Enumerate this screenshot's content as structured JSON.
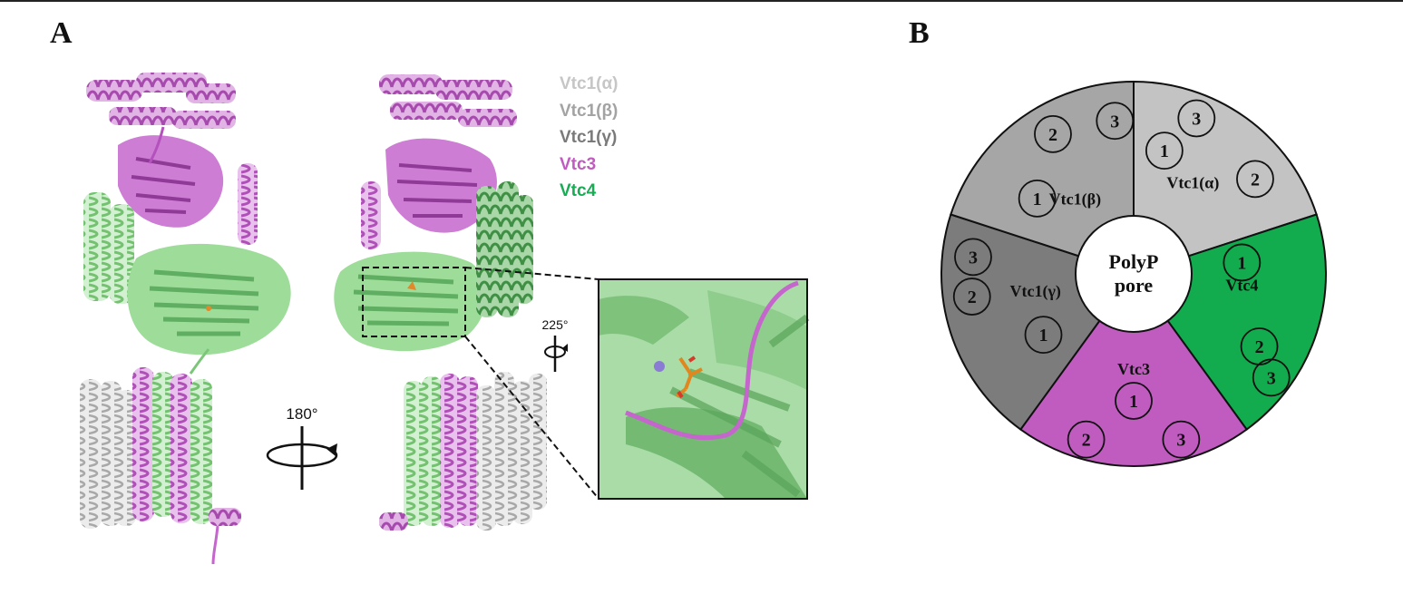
{
  "figure": {
    "panel_a_label": "A",
    "panel_b_label": "B"
  },
  "legend": [
    {
      "label": "Vtc1(α)",
      "color": "#c6c6c6"
    },
    {
      "label": "Vtc1(β)",
      "color": "#a3a3a3"
    },
    {
      "label": "Vtc1(γ)",
      "color": "#7a7a7a"
    },
    {
      "label": "Vtc3",
      "color": "#c05cc0"
    },
    {
      "label": "Vtc4",
      "color": "#1aab55"
    }
  ],
  "rotation": {
    "horizontal": "180°",
    "vertical": "225°"
  },
  "wheel": {
    "center": [
      "PolyP",
      "pore"
    ],
    "segments": [
      {
        "name": "Vtc1(α)",
        "color": "#c3c3c3",
        "helices": [
          "1",
          "2",
          "3"
        ]
      },
      {
        "name": "Vtc4",
        "color": "#12ab4e",
        "helices": [
          "1",
          "2",
          "3"
        ]
      },
      {
        "name": "Vtc3",
        "color": "#c05cc0",
        "helices": [
          "1",
          "2",
          "3"
        ]
      },
      {
        "name": "Vtc1(γ)",
        "color": "#7c7c7c",
        "helices": [
          "1",
          "2",
          "3"
        ]
      },
      {
        "name": "Vtc1(β)",
        "color": "#a6a6a6",
        "helices": [
          "1",
          "2",
          "3"
        ]
      }
    ]
  },
  "colors": {
    "ribbon_magenta": "#c466cc",
    "ribbon_green": "#9edc9a",
    "ribbon_dark_green": "#5fae62",
    "ribbon_gray": "#c4c4c4"
  }
}
